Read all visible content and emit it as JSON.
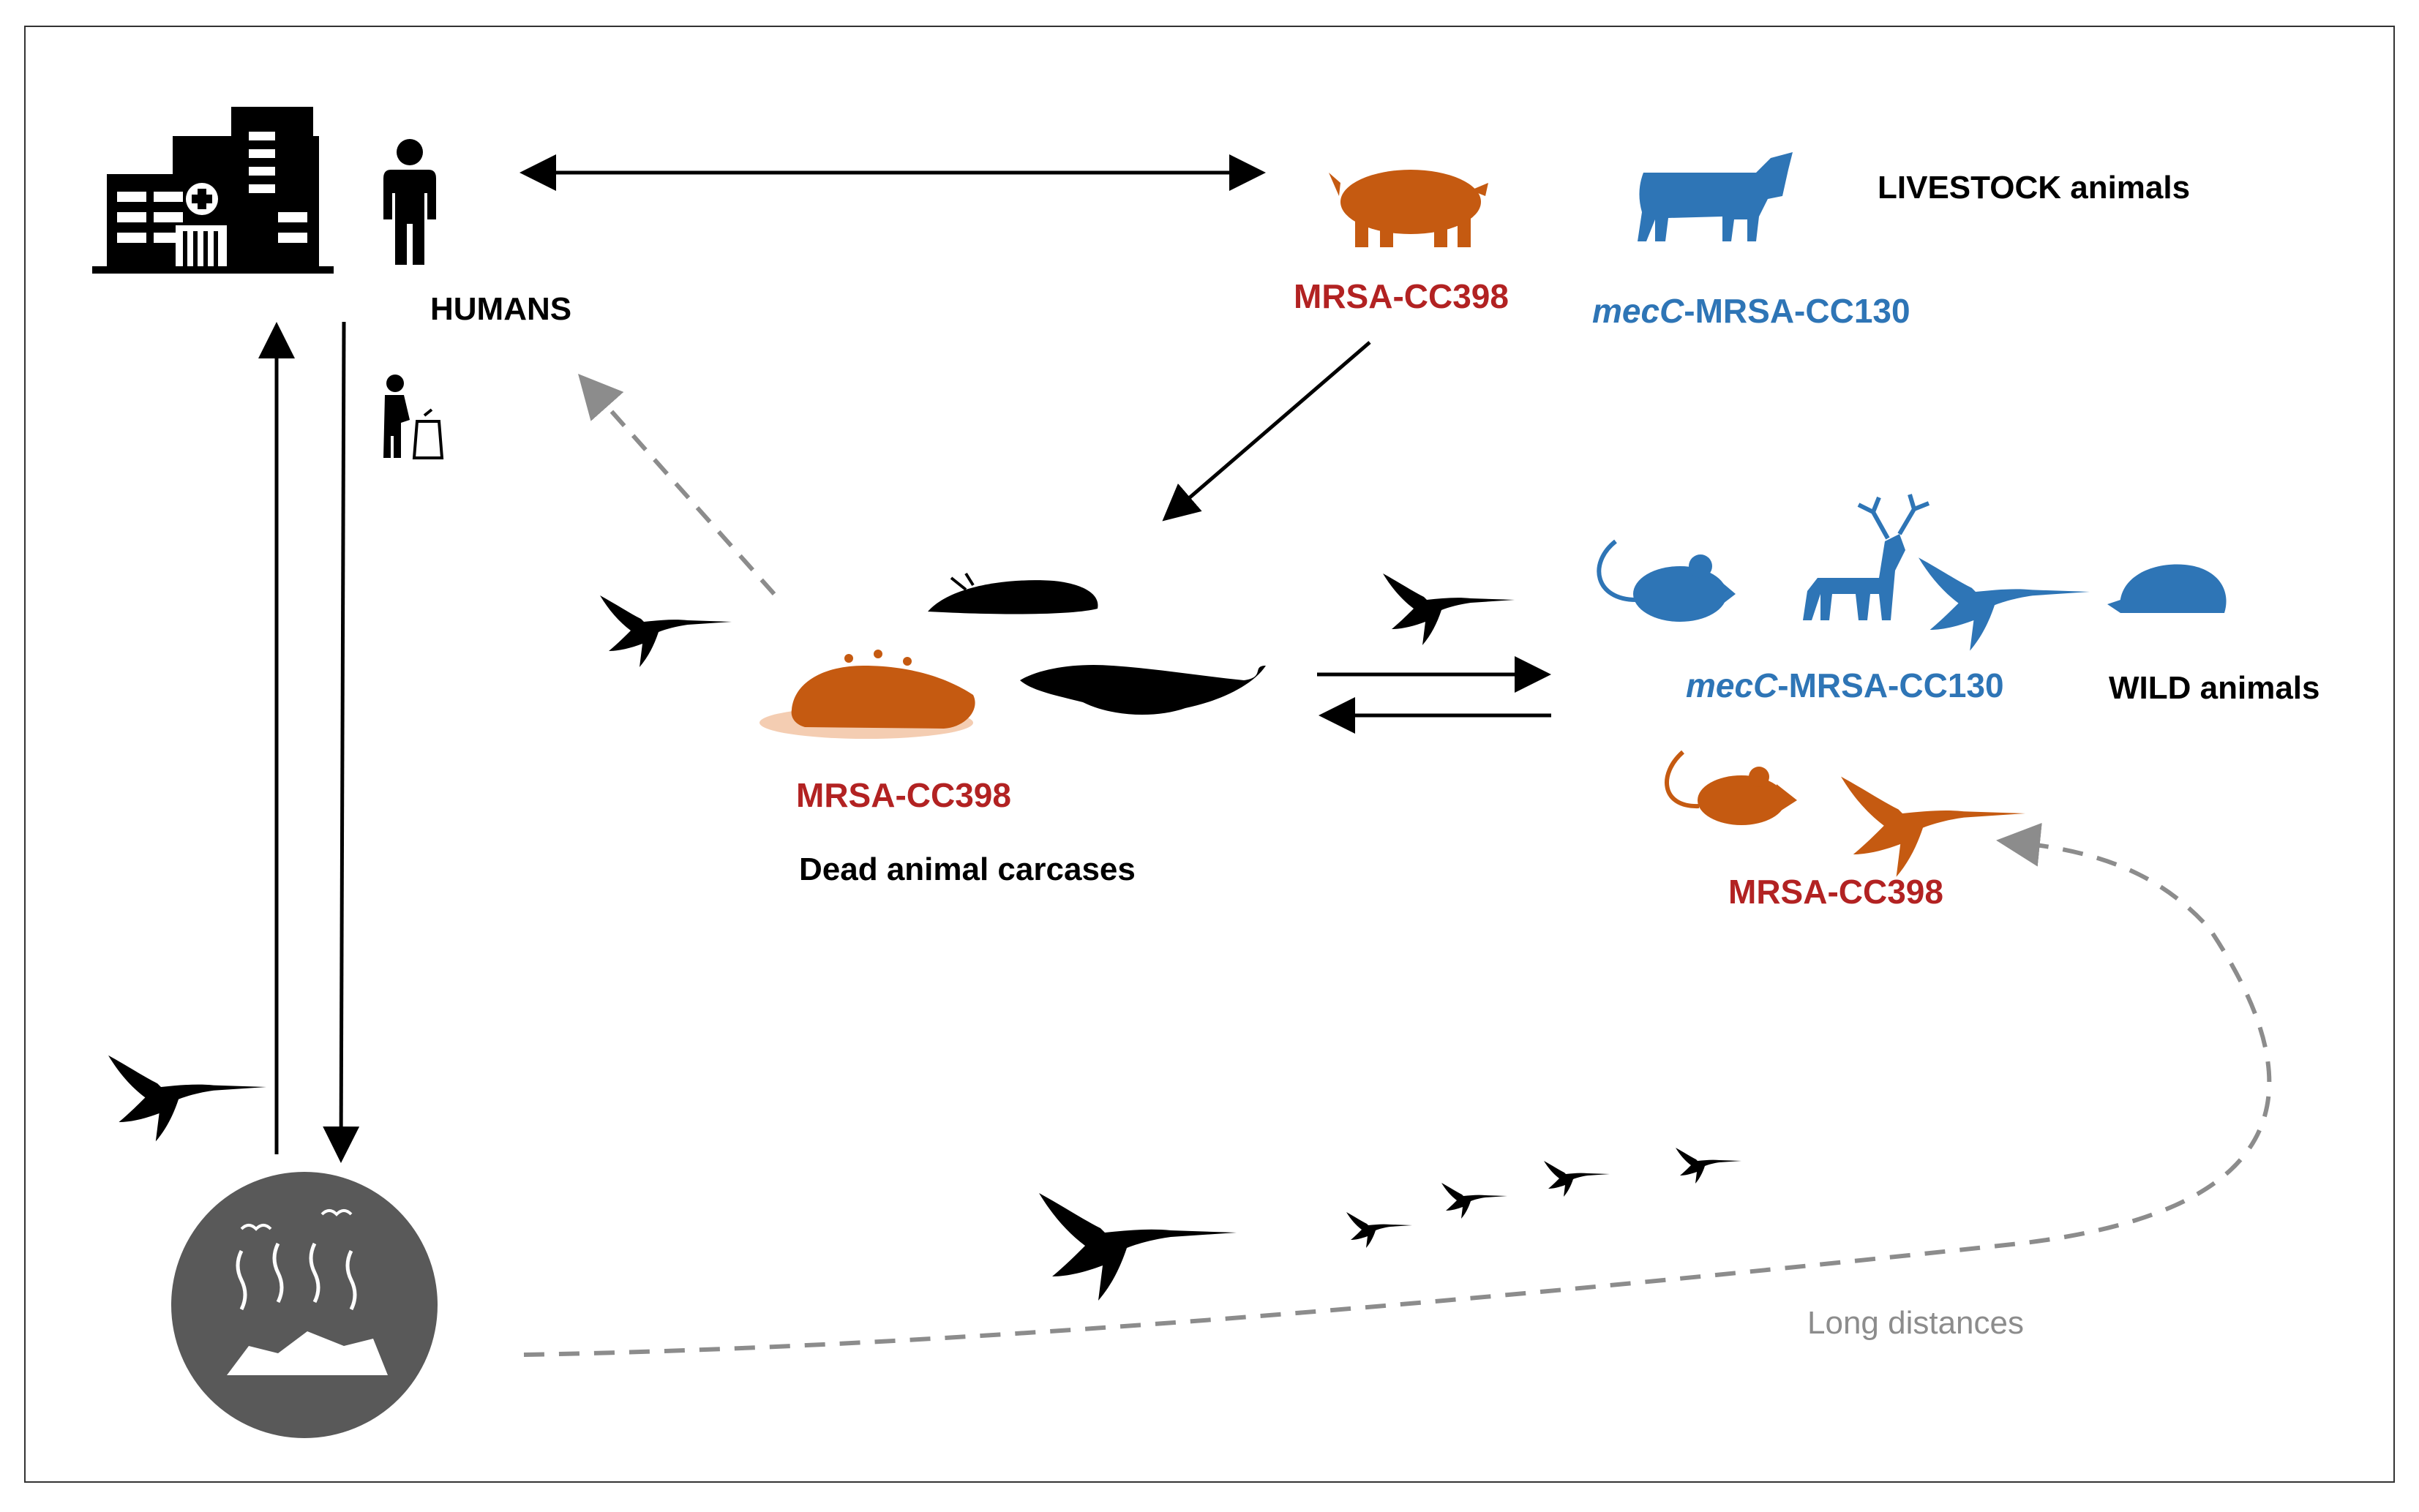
{
  "labels": {
    "humans": "HUMANS",
    "livestock": "LIVESTOCK animals",
    "wild": "WILD animals",
    "carcases": "Dead animal carcases",
    "long_distances": "Long distances",
    "mrsa_cc398": "MRSA-CC398",
    "mecc_prefix": "mecC",
    "mecc_suffix": "-MRSA-CC130"
  },
  "colors": {
    "orange": "#c55a11",
    "blue": "#2e75b6",
    "red_text": "#b22222",
    "black": "#000000",
    "dashed_gray": "#7f7f7f",
    "landfill_gray": "#595959"
  },
  "icons": [
    "hospital-icon",
    "person-icon",
    "waste-disposal-icon",
    "pig-icon",
    "cow-icon",
    "mouse-icon",
    "deer-icon",
    "stork-icon",
    "hedgehog-icon",
    "carcass-icon",
    "landfill-icon"
  ]
}
